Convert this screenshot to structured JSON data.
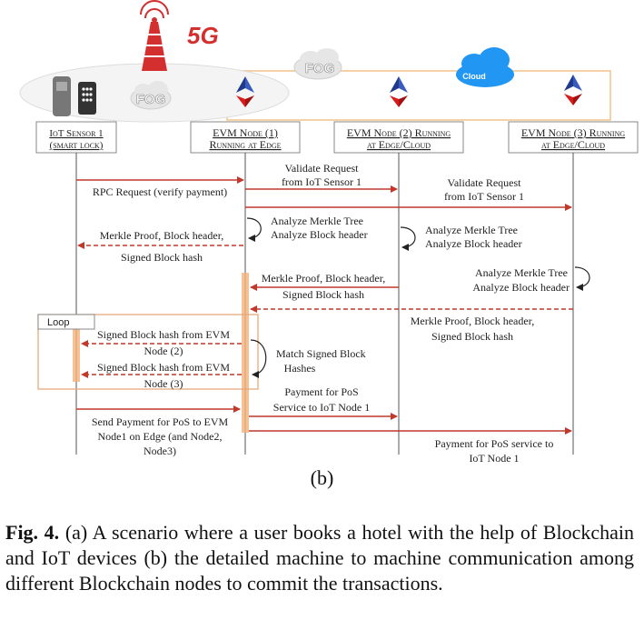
{
  "figure": {
    "badge_5g": "5G",
    "fog_left": "FOG",
    "fog_top": "FOG",
    "cloud": "Cloud",
    "actors": [
      {
        "line1": "IoT Sensor 1",
        "line2": "(smart lock)"
      },
      {
        "line1": "EVM Node (1)",
        "line2": "Running at Edge"
      },
      {
        "line1": "EVM Node (2) Running",
        "line2": "at Edge/Cloud"
      },
      {
        "line1": "EVM Node (3) Running",
        "line2": "at Edge/Cloud"
      }
    ],
    "messages": {
      "rpc": "RPC Request (verify payment)",
      "validate_1": [
        "Validate Request",
        "from IoT Sensor 1"
      ],
      "validate_2": [
        "Validate Request",
        "from IoT Sensor 1"
      ],
      "analyze_1": [
        "Analyze Merkle Tree",
        "Analyze Block header"
      ],
      "analyze_2": [
        "Analyze Merkle Tree",
        "Analyze Block header"
      ],
      "analyze_3": [
        "Analyze Merkle Tree",
        "Analyze Block header"
      ],
      "proof_to_sensor": [
        "Merkle Proof, Block header,",
        "Signed Block hash"
      ],
      "proof_from_2": [
        "Merkle Proof, Block header,",
        "Signed Block hash"
      ],
      "proof_from_3": [
        "Merkle Proof, Block header,",
        "Signed Block hash"
      ],
      "loop": "Loop",
      "signed_2": [
        "Signed Block hash from EVM",
        "Node (2)"
      ],
      "signed_3": [
        "Signed Block hash from EVM",
        "Node (3)"
      ],
      "match": [
        "Match Signed Block",
        "Hashes"
      ],
      "payment_to_1": [
        "Payment for PoS",
        "Service to IoT Node 1"
      ],
      "send_payment": [
        "Send Payment for PoS to EVM",
        "Node1 on Edge (and Node2,",
        "Node3)"
      ],
      "payment_svc": [
        "Payment for PoS service to",
        "IoT Node 1"
      ]
    },
    "sub_label": "(b)"
  },
  "caption": {
    "label": "Fig. 4.",
    "text": " (a) A scenario where a user books a hotel with the help of Blockchain and IoT devices (b) the detailed machine to machine communication among different Blockchain nodes to commit the transactions."
  },
  "colors": {
    "arrow_red": "#c0392b",
    "lifeline": "#555555",
    "activation": "#f2b27a",
    "loop_border": "#e8a97a",
    "cloud_blue": "#2196f3",
    "tower_red": "#d32f2f",
    "eth_blue": "#1e3a8a",
    "eth_red": "#d81b1b"
  }
}
